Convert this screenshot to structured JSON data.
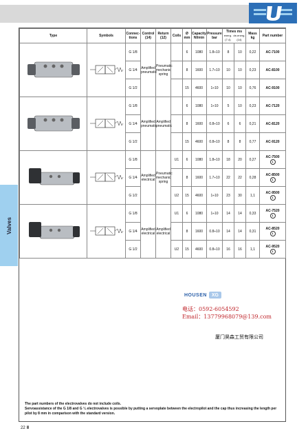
{
  "brand": {
    "logo_name": "U-logo",
    "accent": "#2c6fb7",
    "bar_color": "#d9d9d9"
  },
  "side_tab": {
    "label": "Valves",
    "color": "#9fd0ef"
  },
  "table": {
    "headers": {
      "type": "Type",
      "symbols": "Symbols",
      "connections": "Connec-tions",
      "control": "Control (14)",
      "return": "Return (12)",
      "coils": "Coils",
      "diameter": "Ø mm",
      "capacity": "Capacity Nl/min",
      "pressure": "Pressure bar",
      "times": "Times ms",
      "times_energize": "energ. (7.4)",
      "times_deenergize": "de-energ. (14)",
      "mass": "Mass kg",
      "part": "Part number"
    },
    "groups": [
      {
        "control": "Amplified pneumatic",
        "return": "Pneumatic mechanic spring",
        "rows": [
          {
            "conn": "G 1/8",
            "coil": "",
            "dia": "6",
            "cap": "1080",
            "press": "1.8÷10",
            "t1": "8",
            "t2": "10",
            "mass": "0,22",
            "part": "AC-7100",
            "ring": ""
          },
          {
            "conn": "G 1/4",
            "coil": "",
            "dia": "8",
            "cap": "1600",
            "press": "1.7÷10",
            "t1": "10",
            "t2": "10",
            "mass": "0,23",
            "part": "AC-8100",
            "ring": ""
          },
          {
            "conn": "G 1/2",
            "coil": "",
            "dia": "15",
            "cap": "4600",
            "press": "1÷10",
            "t1": "10",
            "t2": "10",
            "mass": "0,76",
            "part": "AC-9100",
            "ring": ""
          }
        ]
      },
      {
        "control": "Amplified pneumatic",
        "return": "Amplified pneumatic",
        "rows": [
          {
            "conn": "G 1/8",
            "coil": "",
            "dia": "6",
            "cap": "1080",
            "press": "1÷10",
            "t1": "5",
            "t2": "10",
            "mass": "0,23",
            "part": "AC-7120",
            "ring": ""
          },
          {
            "conn": "G 1/4",
            "coil": "",
            "dia": "8",
            "cap": "1600",
            "press": "0.8÷10",
            "t1": "6",
            "t2": "6",
            "mass": "0,21",
            "part": "AC-8120",
            "ring": ""
          },
          {
            "conn": "G 1/2",
            "coil": "",
            "dia": "15",
            "cap": "4600",
            "press": "0.8÷10",
            "t1": "8",
            "t2": "8",
            "mass": "0,77",
            "part": "AC-9120",
            "ring": ""
          }
        ]
      },
      {
        "control": "Amplified electrical",
        "return": "Pneumatic mechanic spring",
        "rows": [
          {
            "conn": "G 1/8",
            "coil": "U1",
            "dia": "6",
            "cap": "1080",
            "press": "1.8÷10",
            "t1": "18",
            "t2": "20",
            "mass": "0,27",
            "part": "AC-7500",
            "ring": "1"
          },
          {
            "conn": "G 1/4",
            "coil": "",
            "dia": "8",
            "cap": "1600",
            "press": "1.7÷10",
            "t1": "22",
            "t2": "22",
            "mass": "0,28",
            "part": "AC-8500",
            "ring": "1"
          },
          {
            "conn": "G 1/2",
            "coil": "U2",
            "dia": "15",
            "cap": "4600",
            "press": "1÷10",
            "t1": "23",
            "t2": "30",
            "mass": "1,1",
            "part": "AC-9500",
            "ring": "1"
          }
        ]
      },
      {
        "control": "Amplified electrical",
        "return": "Amplified electrical",
        "rows": [
          {
            "conn": "G 1/8",
            "coil": "U1",
            "dia": "6",
            "cap": "1080",
            "press": "1÷10",
            "t1": "14",
            "t2": "14",
            "mass": "0,33",
            "part": "AC-7520",
            "ring": "1"
          },
          {
            "conn": "G 1/4",
            "coil": "",
            "dia": "8",
            "cap": "1600",
            "press": "0.8÷10",
            "t1": "14",
            "t2": "14",
            "mass": "0,31",
            "part": "AC-8520",
            "ring": "1"
          },
          {
            "conn": "G 1/2",
            "coil": "U2",
            "dia": "15",
            "cap": "4600",
            "press": "0.8÷10",
            "t1": "16",
            "t2": "16",
            "mass": "1,1",
            "part": "AC-9520",
            "ring": "1"
          }
        ]
      }
    ]
  },
  "stamp": {
    "brand_word": "HOUSEN",
    "brand_mark": "XG",
    "phone": "电话：0592-6054592",
    "email": "Email：13779968079@139.com",
    "company": "厦门昊森工贸有限公司"
  },
  "notes": {
    "line1": "The part numbers of the electrovalves do not include coils.",
    "line2": "Servoassistance of the G 1/8 and G ¼ electrovalves is possible by putting a servoplate between the electropilot and the cap thus increasing the length per pilot by 8 mm in comparison with the standard version."
  },
  "page": {
    "number": "22 Ⅲ"
  }
}
